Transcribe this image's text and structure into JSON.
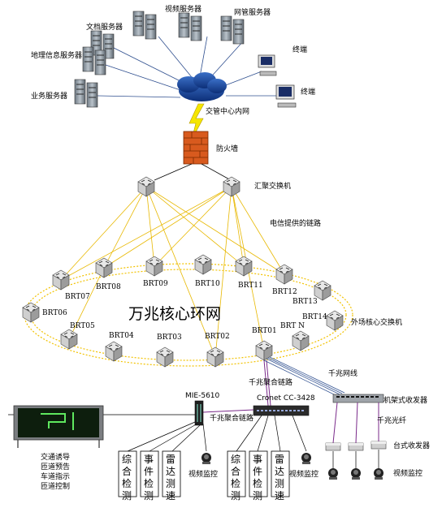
{
  "servers": {
    "video": "视频服务器",
    "netmgmt": "网管服务器",
    "document": "文档服务器",
    "gis": "地理信息服务器",
    "business": "业务服务器"
  },
  "terminals": {
    "t1": "终端",
    "t2": "终端"
  },
  "cloud_label": "交管中心内网",
  "firewall_label": "防火墙",
  "aggregation_label": "汇聚交换机",
  "telecom_link_label": "电信提供的链路",
  "ring_title": "万兆核心环网",
  "field_switch_label": "外场核心交换机",
  "ring_nodes": [
    "BRT01",
    "BRT02",
    "BRT03",
    "BRT04",
    "BRT05",
    "BRT06",
    "BRT07",
    "BRT08",
    "BRT09",
    "BRT10",
    "BRT11",
    "BRT12",
    "BRT13",
    "BRT14",
    "BRT N"
  ],
  "gigabit_agg_link": "千兆聚合链路",
  "gigabit_agg_link2": "千兆聚合链路",
  "gigabit_line": "千兆网线",
  "gigabit_fiber": "千兆光纤",
  "mie_label": "MIE-5610",
  "cronet_label": "Cronet CC-3428",
  "rack_transceiver": "机架式收发器",
  "desk_transceiver": "台式收发器",
  "sign_caption": [
    "交通诱导",
    "匝道预告",
    "车道指示",
    "匝道控制"
  ],
  "detector_left": [
    "综合检测",
    "事件检测",
    "雷达测速"
  ],
  "detector_right": [
    "综合检测",
    "事件检测",
    "雷达测速"
  ],
  "video_monitor_1": "视频监控",
  "video_monitor_2": "视频监控",
  "video_monitor_3": "视频监控",
  "colors": {
    "ring": "#f2c200",
    "ring_link": "#e8b800",
    "lan": "#2f4f8f",
    "purple": "#7a2a8a",
    "bolt": "#f5e600"
  }
}
